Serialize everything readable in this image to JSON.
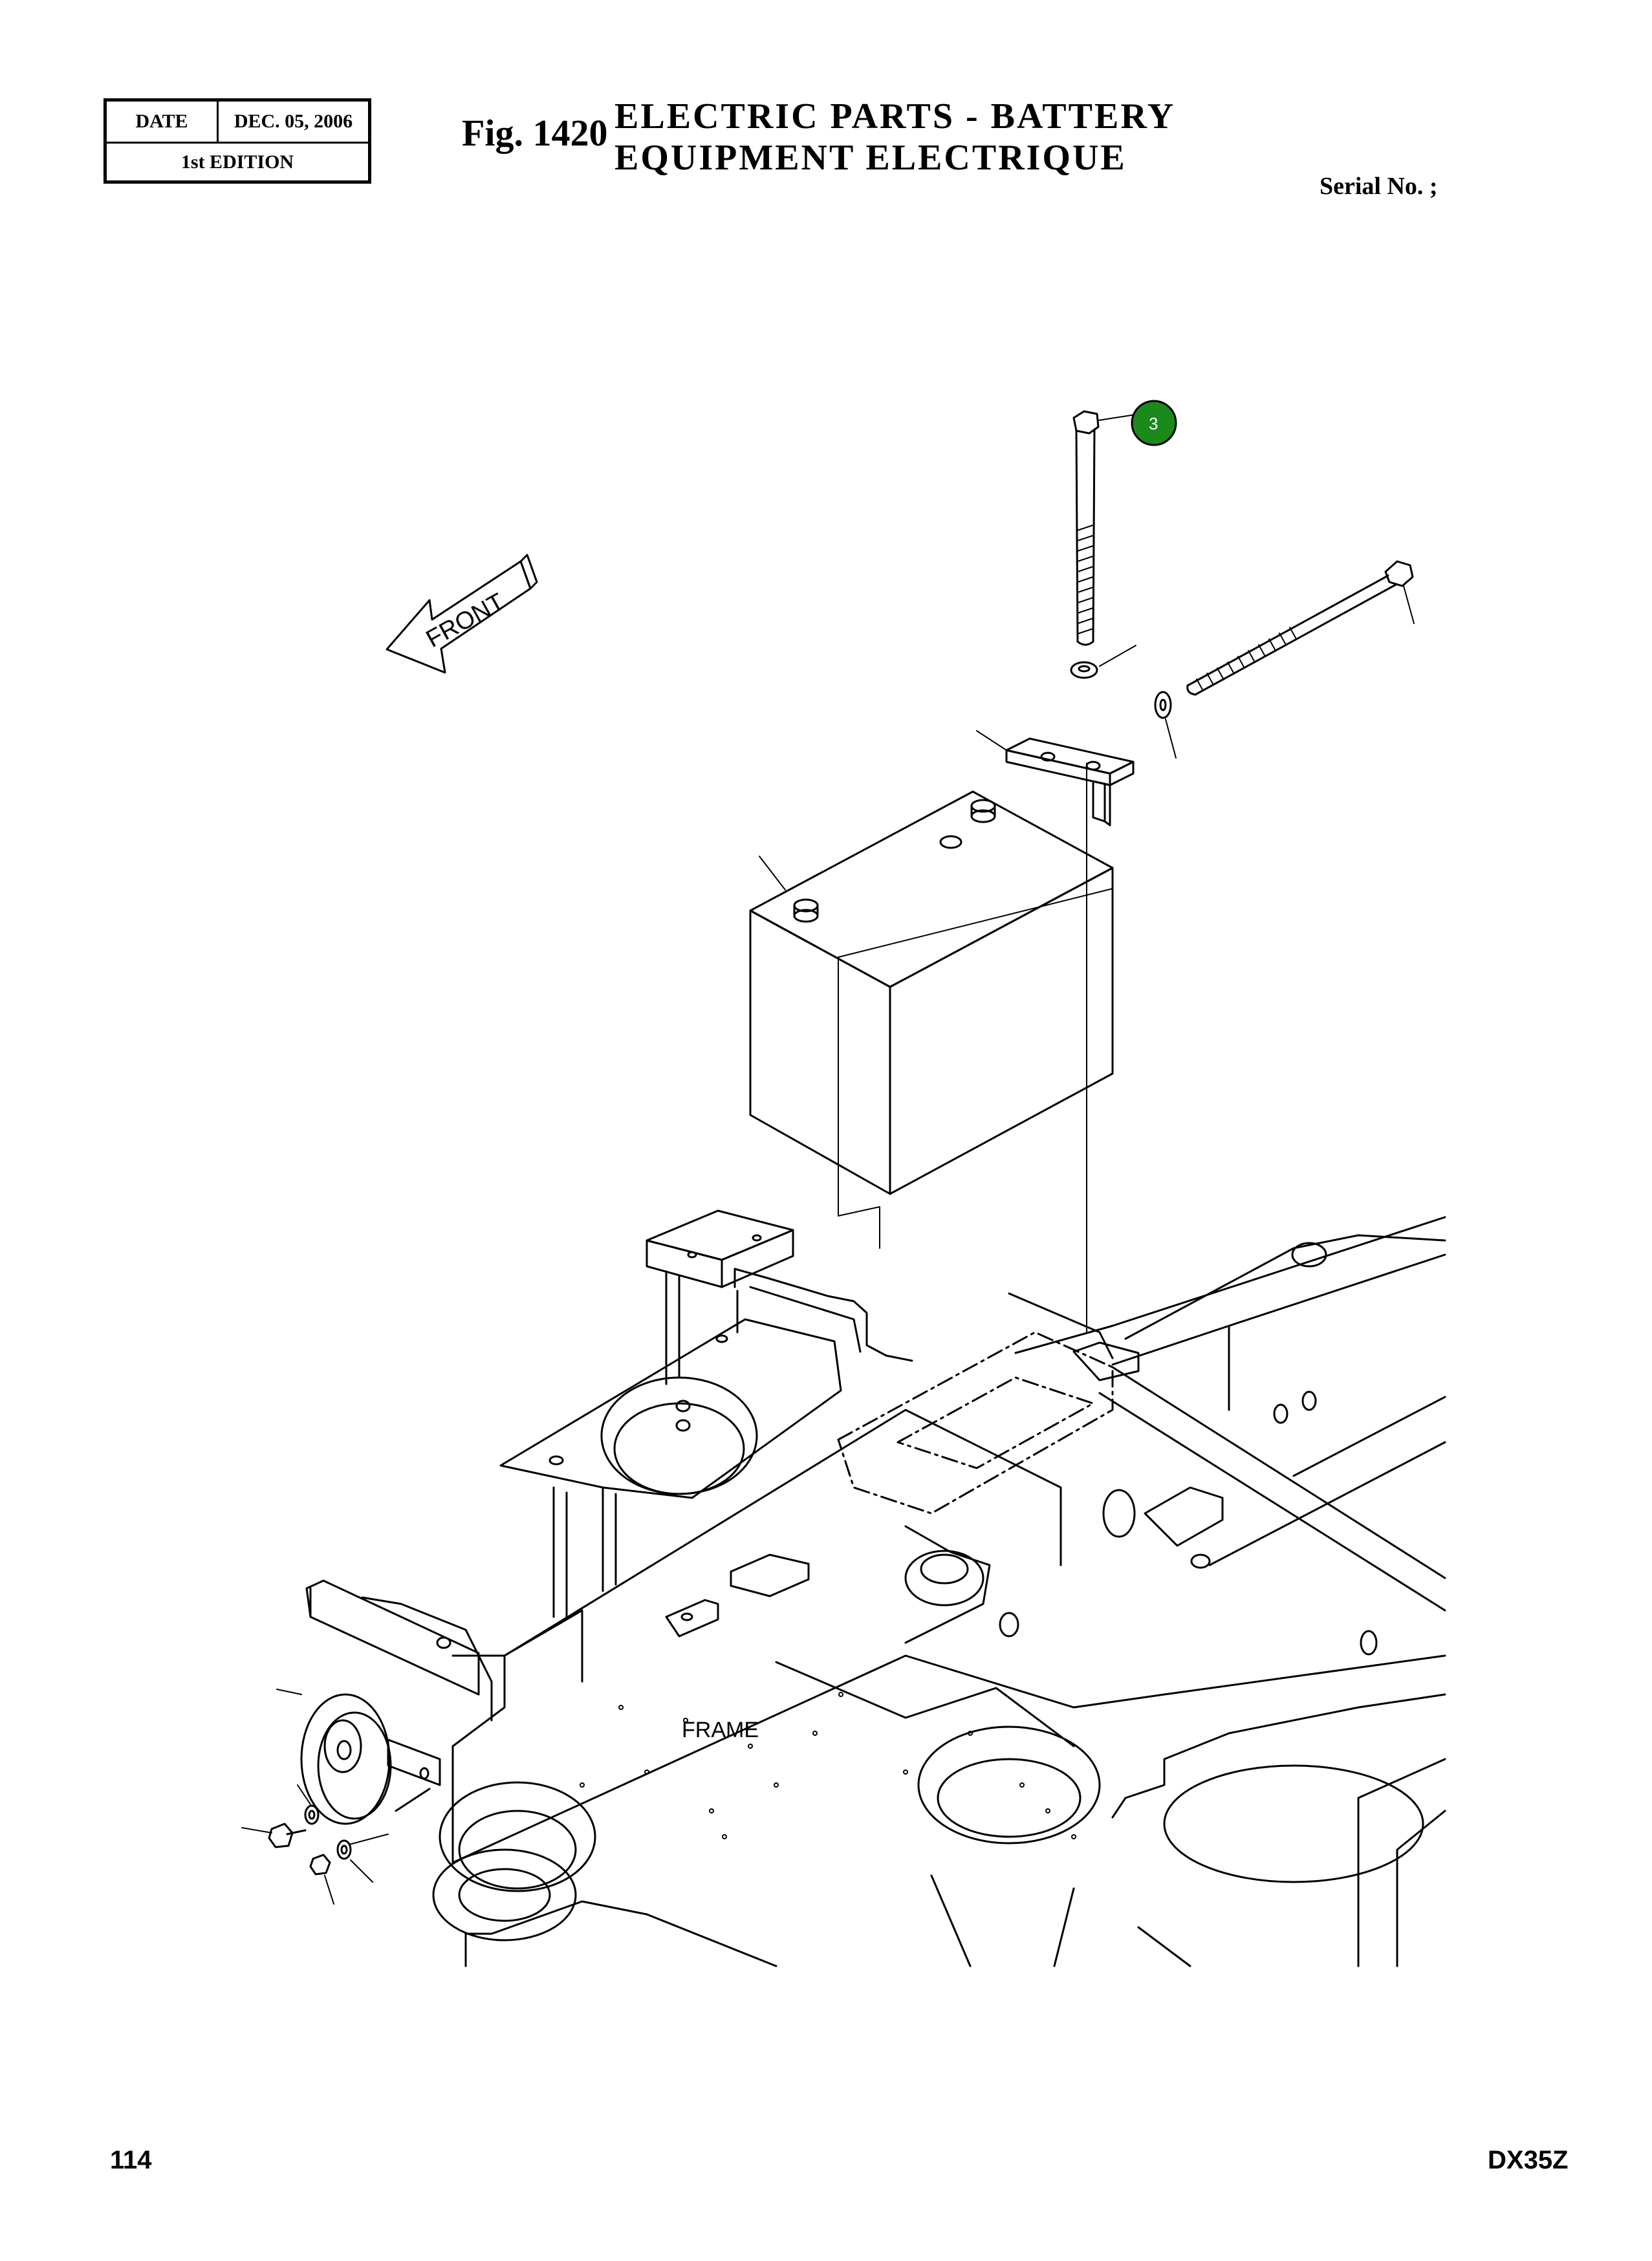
{
  "header": {
    "date_label": "DATE",
    "date_value": "DEC. 05, 2006",
    "edition": "1st EDITION",
    "fig_number": "Fig. 1420",
    "title_en": "ELECTRIC PARTS - BATTERY",
    "title_fr": "EQUIPMENT ELECTRIQUE",
    "serial": "Serial No. ;"
  },
  "diagram": {
    "front_label": "FRONT",
    "frame_label": "FRAME",
    "callout_number": "3",
    "callout_color": "#1a8a1a"
  },
  "footer": {
    "page_number": "114",
    "model": "DX35Z"
  }
}
